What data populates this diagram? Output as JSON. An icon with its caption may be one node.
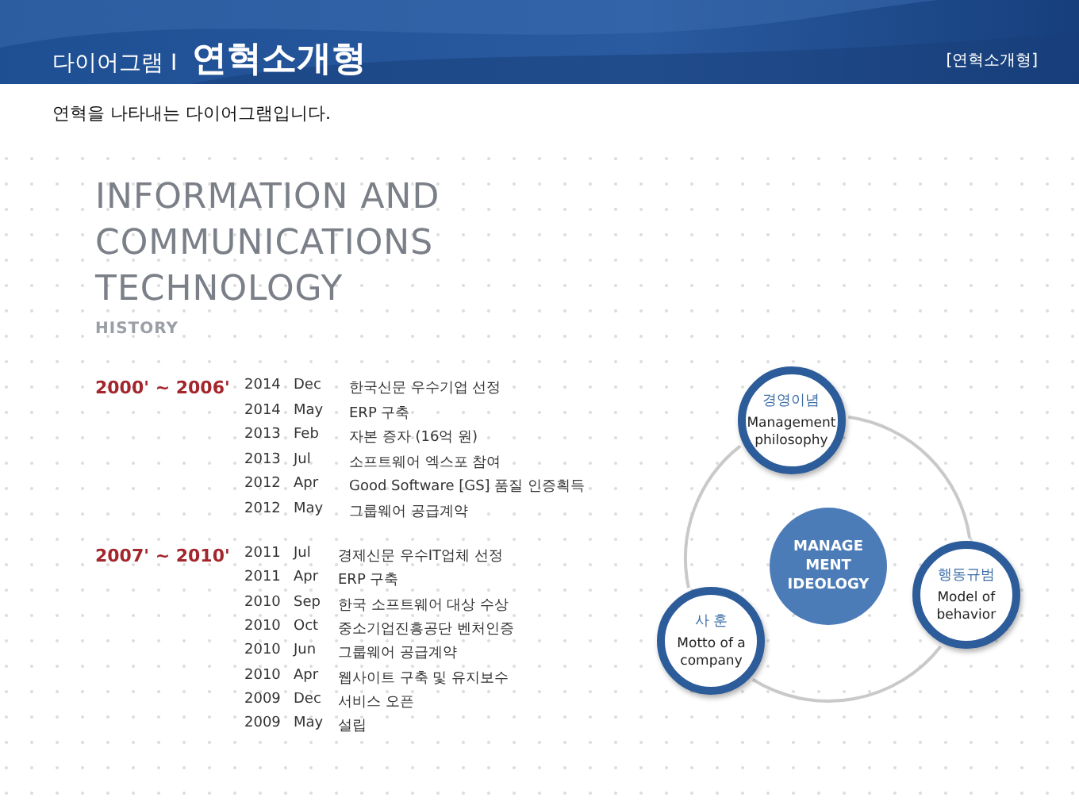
{
  "diagram": {
    "title": "연혁소개형",
    "nodes": [
      {
        "text": [
          "경영이념",
          "Management philosophy"
        ]
      },
      {
        "text": [
          "MANAGE MENT IDEOLOGY"
        ]
      },
      {
        "text": [
          "행동규범",
          "Model of behavior"
        ]
      },
      {
        "text": [
          "사 훈",
          "Motto of a company"
        ]
      }
    ],
    "edges": [
      {
        "from": 0,
        "to": 2,
        "arrow": "none"
      },
      {
        "from": 2,
        "to": 3,
        "arrow": "none"
      },
      {
        "from": 3,
        "to": 0,
        "arrow": "none"
      }
    ],
    "labels": [
      "다이어그램 I",
      "[연혁소개형]",
      "연혁을 나타내는 다이어그램입니다.",
      "INFORMATION AND COMMUNICATIONS TECHNOLOGY",
      "HISTORY",
      "2000' ~ 2006'",
      "2014",
      "Dec",
      "한국신문 우수기업 선정",
      "2014",
      "May",
      "ERP 구축",
      "2013",
      "Feb",
      "자본 증자 (16억 원)",
      "2013",
      "Jul",
      "소프트웨어 엑스포 참여",
      "2012",
      "Apr",
      "Good Software [GS] 품질 인증획득",
      "2012",
      "May",
      "그룹웨어 공급계약",
      "2007' ~ 2010'",
      "2011",
      "Jul",
      "경제신문 우수IT업체 선정",
      "2011",
      "Apr",
      "ERP 구축",
      "2010",
      "Sep",
      "한국 소프트웨어 대상 수상",
      "2010",
      "Oct",
      "중소기업진흥공단 벤처인증",
      "2010",
      "Jun",
      "그룹웨어 공급계약",
      "2010",
      "Apr",
      "웹사이트 구축 및 유지보수",
      "2009",
      "Dec",
      "서비스 오픈",
      "2009",
      "May",
      "설립"
    ]
  }
}
